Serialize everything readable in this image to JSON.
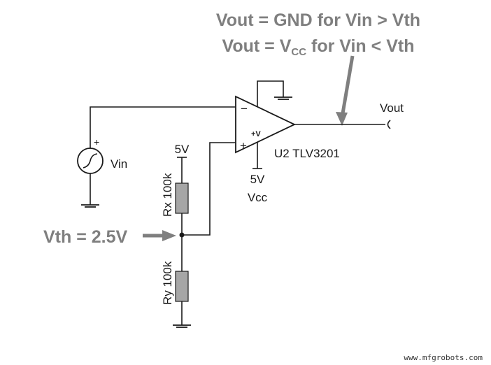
{
  "annotations": {
    "line1": "Vout = GND for Vin > Vth",
    "line2_prefix": "Vout = V",
    "line2_sub": "CC",
    "line2_suffix": " for Vin < Vth",
    "vth": "Vth = 2.5V"
  },
  "labels": {
    "vout": "Vout",
    "vin": "Vin",
    "vin_plus": "+",
    "comparator": "U2 TLV3201",
    "inv_pin": "−",
    "noninv_pin": "+",
    "supply_pin": "+V",
    "supply_voltage": "5V",
    "vcc": "Vcc",
    "divider_top_voltage": "5V",
    "rx": "Rx 100k",
    "ry": "Ry 100k"
  },
  "watermark": "www.mfgrobots.com",
  "colors": {
    "wire": "#1a1a1a",
    "annotation": "#7f7f7f",
    "resistor_fill": "#a6a6a6",
    "opamp_fill": "#ffffff"
  }
}
